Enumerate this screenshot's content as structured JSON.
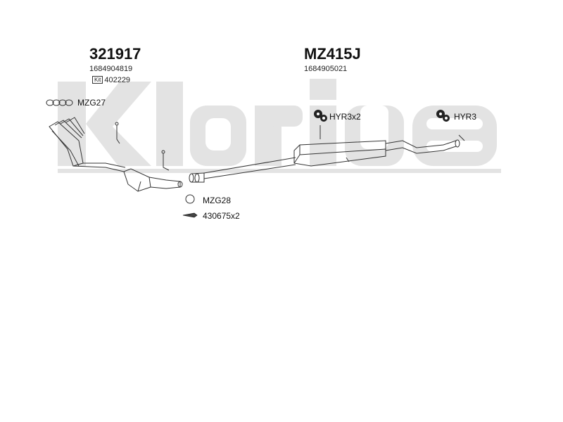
{
  "watermark": {
    "text": "Klarius",
    "color": "#e3e3e3"
  },
  "kit_left": {
    "part_number": "321917",
    "oe_number": "1684904819",
    "kit_badge": "Kit",
    "kit_number": "402229"
  },
  "kit_right": {
    "part_number": "MZ415J",
    "oe_number": "1684905021"
  },
  "components": {
    "gasket_front": "MZG27",
    "gasket_mid": "MZG28",
    "hanger_a": "HYR3x2",
    "hanger_b": "HYR3",
    "bolt": "430675x2"
  },
  "colors": {
    "line": "#333333",
    "watermark": "#e3e3e3"
  }
}
